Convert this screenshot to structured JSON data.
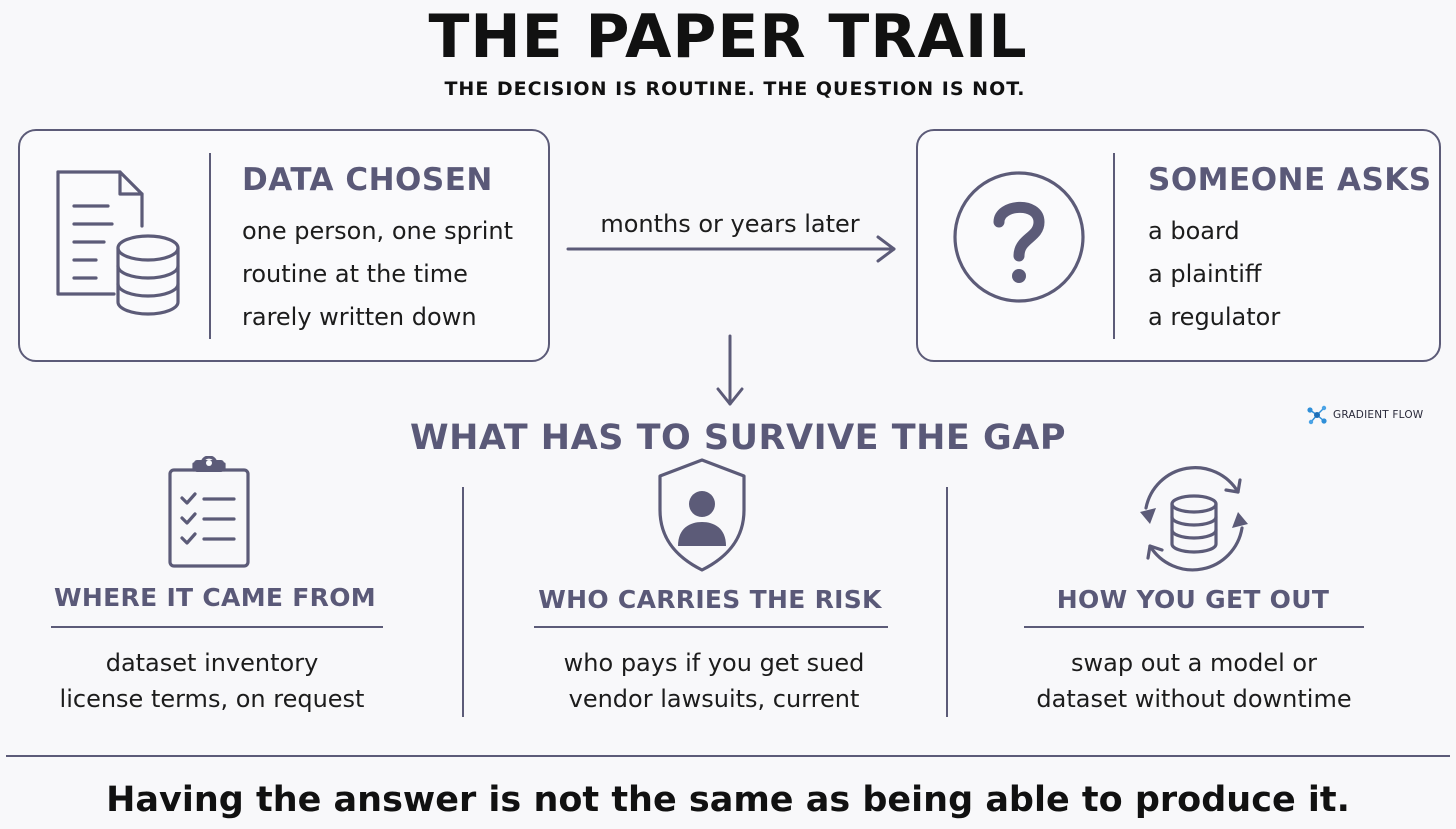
{
  "header": {
    "title": "THE PAPER TRAIL",
    "subtitle": "THE DECISION IS ROUTINE.  THE QUESTION IS NOT."
  },
  "left_card": {
    "heading": "DATA CHOSEN",
    "lines": [
      "one person, one sprint",
      "routine at the time",
      "rarely written down"
    ],
    "icon": "document-database-icon"
  },
  "arrow": {
    "label": "months or years later"
  },
  "right_card": {
    "heading": "SOMEONE ASKS",
    "lines": [
      "a board",
      "a plaintiff",
      "a regulator"
    ],
    "icon": "question-mark-icon"
  },
  "section": {
    "title": "WHAT HAS TO SURVIVE THE GAP"
  },
  "columns": [
    {
      "heading": "WHERE IT CAME FROM",
      "lines": [
        "dataset inventory",
        "license terms, on request"
      ],
      "icon": "clipboard-checklist-icon"
    },
    {
      "heading": "WHO CARRIES THE RISK",
      "lines": [
        "who pays if you get sued",
        "vendor lawsuits, current"
      ],
      "icon": "shield-person-icon"
    },
    {
      "heading": "HOW YOU GET OUT",
      "lines": [
        "swap out a model or",
        "dataset without downtime"
      ],
      "icon": "database-cycle-icon"
    }
  ],
  "brand": {
    "name": "GRADIENT FLOW",
    "icon": "gradient-flow-logo-icon"
  },
  "footer": {
    "tagline": "Having the answer is not the same as being able to produce it."
  },
  "colors": {
    "accent": "#5a5978",
    "text": "#111111",
    "background": "#f8f8fa",
    "brand_blue": "#2f8fd8"
  }
}
